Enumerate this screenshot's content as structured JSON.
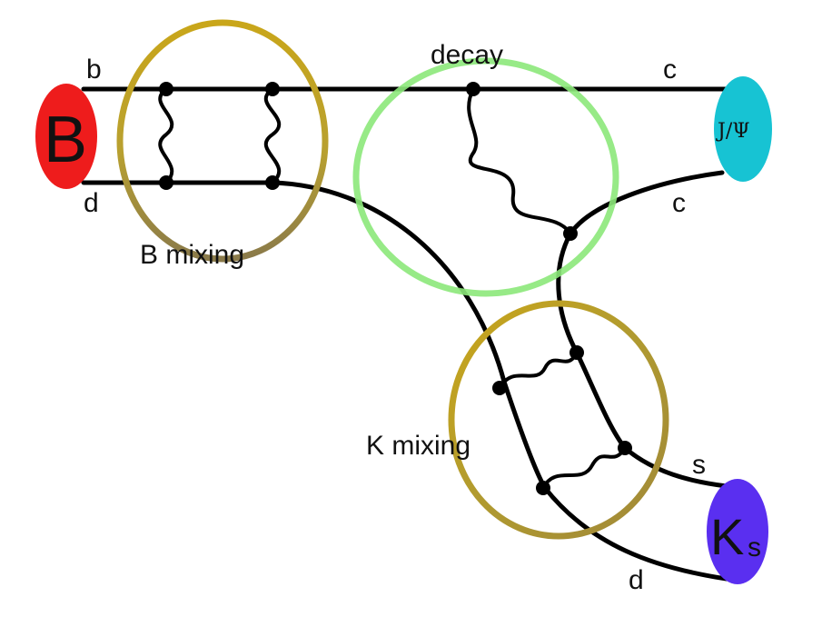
{
  "particles": {
    "b_meson": "B",
    "jpsi": "J/Ψ",
    "kshort_main": "K",
    "kshort_sub": "s"
  },
  "quarks": {
    "b_top": "b",
    "d_bottom": "d",
    "c_top": "c",
    "c_mid": "c",
    "s_right": "s",
    "d_lower": "d"
  },
  "regions": {
    "b_mixing": "B mixing",
    "decay": "decay",
    "k_mixing": "K mixing"
  },
  "colors": {
    "b_meson": "#ee1c1c",
    "jpsi": "#17c3d3",
    "kshort": "#5a2ff0",
    "mixing_ring": "#c3a21e",
    "decay_ring": "#8ce87a",
    "line": "#000000"
  }
}
